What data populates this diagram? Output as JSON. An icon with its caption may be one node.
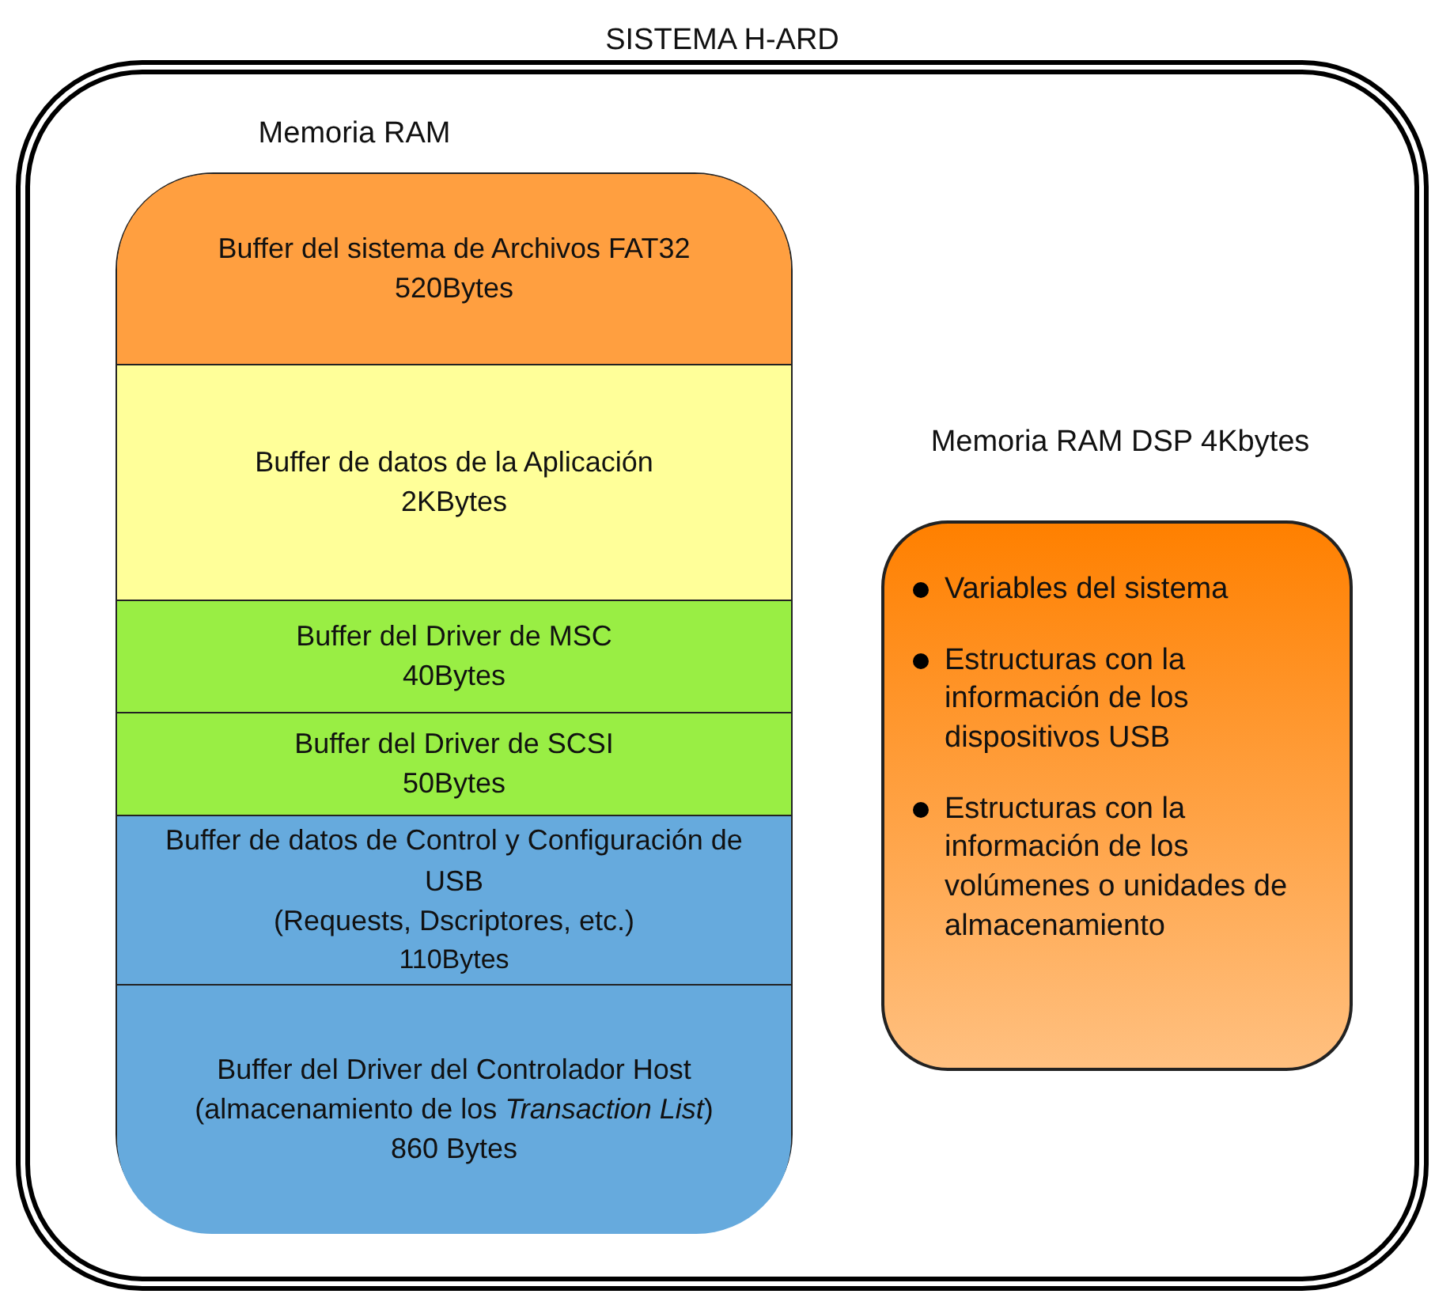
{
  "diagram": {
    "nodes": [
      {
        "text": [
          "SISTEMA H-ARD"
        ]
      },
      {
        "text": [
          "Memoria RAM"
        ],
        "in": 0
      },
      {
        "text": [
          "Buffer del sistema de Archivos FAT32",
          "520Bytes"
        ],
        "in": 1
      },
      {
        "text": [
          "Buffer de datos de la Aplicación",
          "2KBytes"
        ],
        "in": 1
      },
      {
        "text": [
          "Buffer del Driver de MSC",
          "40Bytes"
        ],
        "in": 1
      },
      {
        "text": [
          "Buffer del Driver de SCSI",
          "50Bytes"
        ],
        "in": 1
      },
      {
        "text": [
          "Buffer de datos de Control y Configuración de USB",
          "(Requests, Dscriptores, etc.)",
          "110Bytes"
        ],
        "in": 1
      },
      {
        "text": [
          "Buffer del Driver del Controlador Host",
          "(almacenamiento de los *Transaction List*)",
          "860 Bytes"
        ],
        "in": 1
      },
      {
        "text": [
          "Memoria RAM DSP 4Kbytes",
          "Variables del sistema",
          "Estructuras con la información de los dispositivos USB",
          "Estructuras con la información de los volúmenes o unidades de almacenamiento"
        ],
        "in": 0
      }
    ]
  }
}
